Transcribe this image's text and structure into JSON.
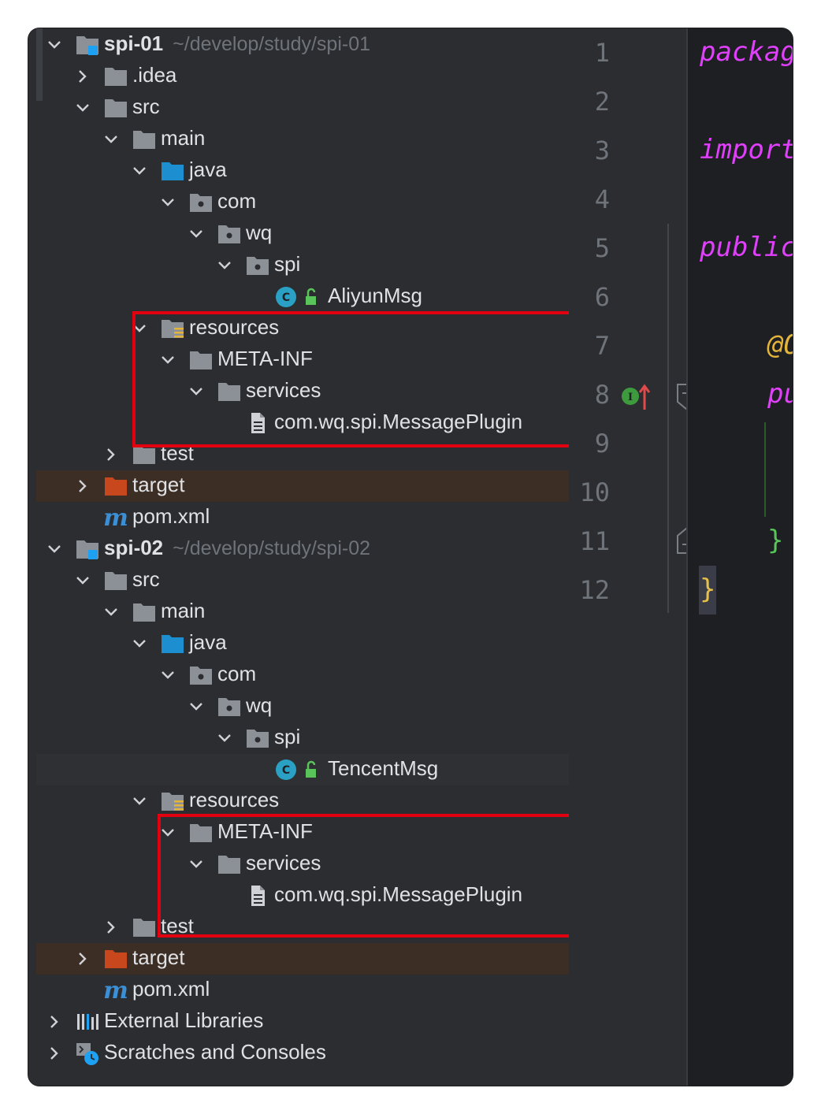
{
  "tree": {
    "rows": [
      {
        "label": "spi-01",
        "path": "~/develop/study/spi-01"
      },
      {
        "label": ".idea"
      },
      {
        "label": "src"
      },
      {
        "label": "main"
      },
      {
        "label": "java"
      },
      {
        "label": "com"
      },
      {
        "label": "wq"
      },
      {
        "label": "spi"
      },
      {
        "label": "AliyunMsg"
      },
      {
        "label": "resources"
      },
      {
        "label": "META-INF"
      },
      {
        "label": "services"
      },
      {
        "label": "com.wq.spi.MessagePlugin"
      },
      {
        "label": "test"
      },
      {
        "label": "target"
      },
      {
        "label": "pom.xml"
      },
      {
        "label": "spi-02",
        "path": "~/develop/study/spi-02"
      },
      {
        "label": "src"
      },
      {
        "label": "main"
      },
      {
        "label": "java"
      },
      {
        "label": "com"
      },
      {
        "label": "wq"
      },
      {
        "label": "spi"
      },
      {
        "label": "TencentMsg"
      },
      {
        "label": "resources"
      },
      {
        "label": "META-INF"
      },
      {
        "label": "services"
      },
      {
        "label": "com.wq.spi.MessagePlugin"
      },
      {
        "label": "test"
      },
      {
        "label": "target"
      },
      {
        "label": "pom.xml"
      },
      {
        "label": "External Libraries"
      },
      {
        "label": "Scratches and Consoles"
      }
    ]
  },
  "editor": {
    "line_numbers": [
      "1",
      "2",
      "3",
      "4",
      "5",
      "6",
      "7",
      "8",
      "9",
      "10",
      "11",
      "12"
    ],
    "code": {
      "l1": "packag",
      "l3": "import",
      "l5": "public",
      "l7": "@O",
      "l8": "pu",
      "l11": "}",
      "l12": "}"
    },
    "gutter_badge": "I"
  },
  "colors": {
    "panel": "#2b2d30",
    "editor": "#1e1f22",
    "highlight_box": "#e3000f",
    "keyword": "#e040fb",
    "target_row": "#3d2e25"
  }
}
